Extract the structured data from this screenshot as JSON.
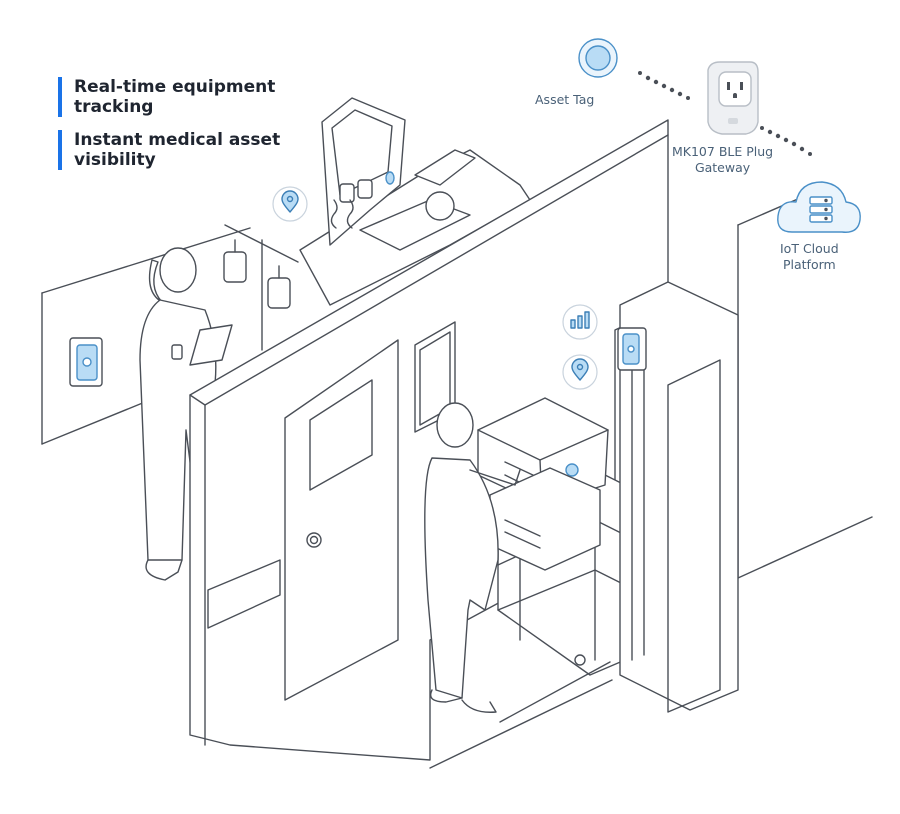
{
  "features": [
    {
      "lines": [
        "Real-time equipment",
        "tracking"
      ]
    },
    {
      "lines": [
        "Instant medical asset",
        "visibility"
      ]
    }
  ],
  "labels": {
    "asset_tag": "Asset Tag",
    "gateway": [
      "MK107 BLE Plug",
      "Gateway"
    ],
    "cloud": [
      "IoT Cloud",
      "Platform"
    ]
  },
  "icons": {
    "tag": "asset-tag-icon",
    "gateway": "plug-gateway-icon",
    "cloud": "cloud-server-icon",
    "pin": "location-pin-icon",
    "chart": "bar-chart-icon"
  },
  "colors": {
    "accent": "#1a73e8",
    "device_fill": "#b9dcf5",
    "device_stroke": "#4a90c8",
    "line": "#4a4f57",
    "label": "#4a6178"
  }
}
